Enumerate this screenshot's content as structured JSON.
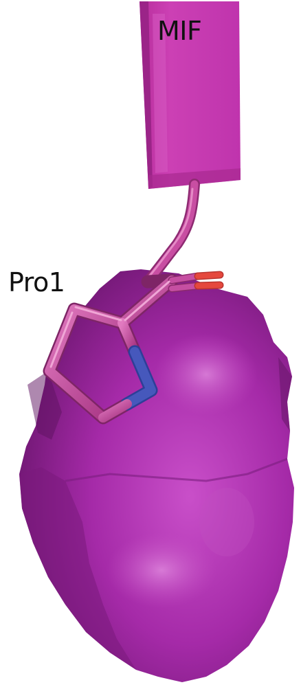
{
  "labels": {
    "mif": "MIF",
    "residue": "Pro1"
  },
  "colors": {
    "background": "#ffffff",
    "surface": "#a326a6",
    "surface_dark": "#6e1670",
    "surface_light": "#c650c4",
    "ribbon": "#c83ab0",
    "ribbon_dark": "#8e2280",
    "stick": "#c4479e",
    "nitrogen": "#3b4fb0",
    "oxygen": "#e0443a"
  },
  "icons": {
    "surface": "molecular-surface-blob",
    "ribbon": "beta-strand-ribbon",
    "ligand": "proline-stick-model"
  }
}
